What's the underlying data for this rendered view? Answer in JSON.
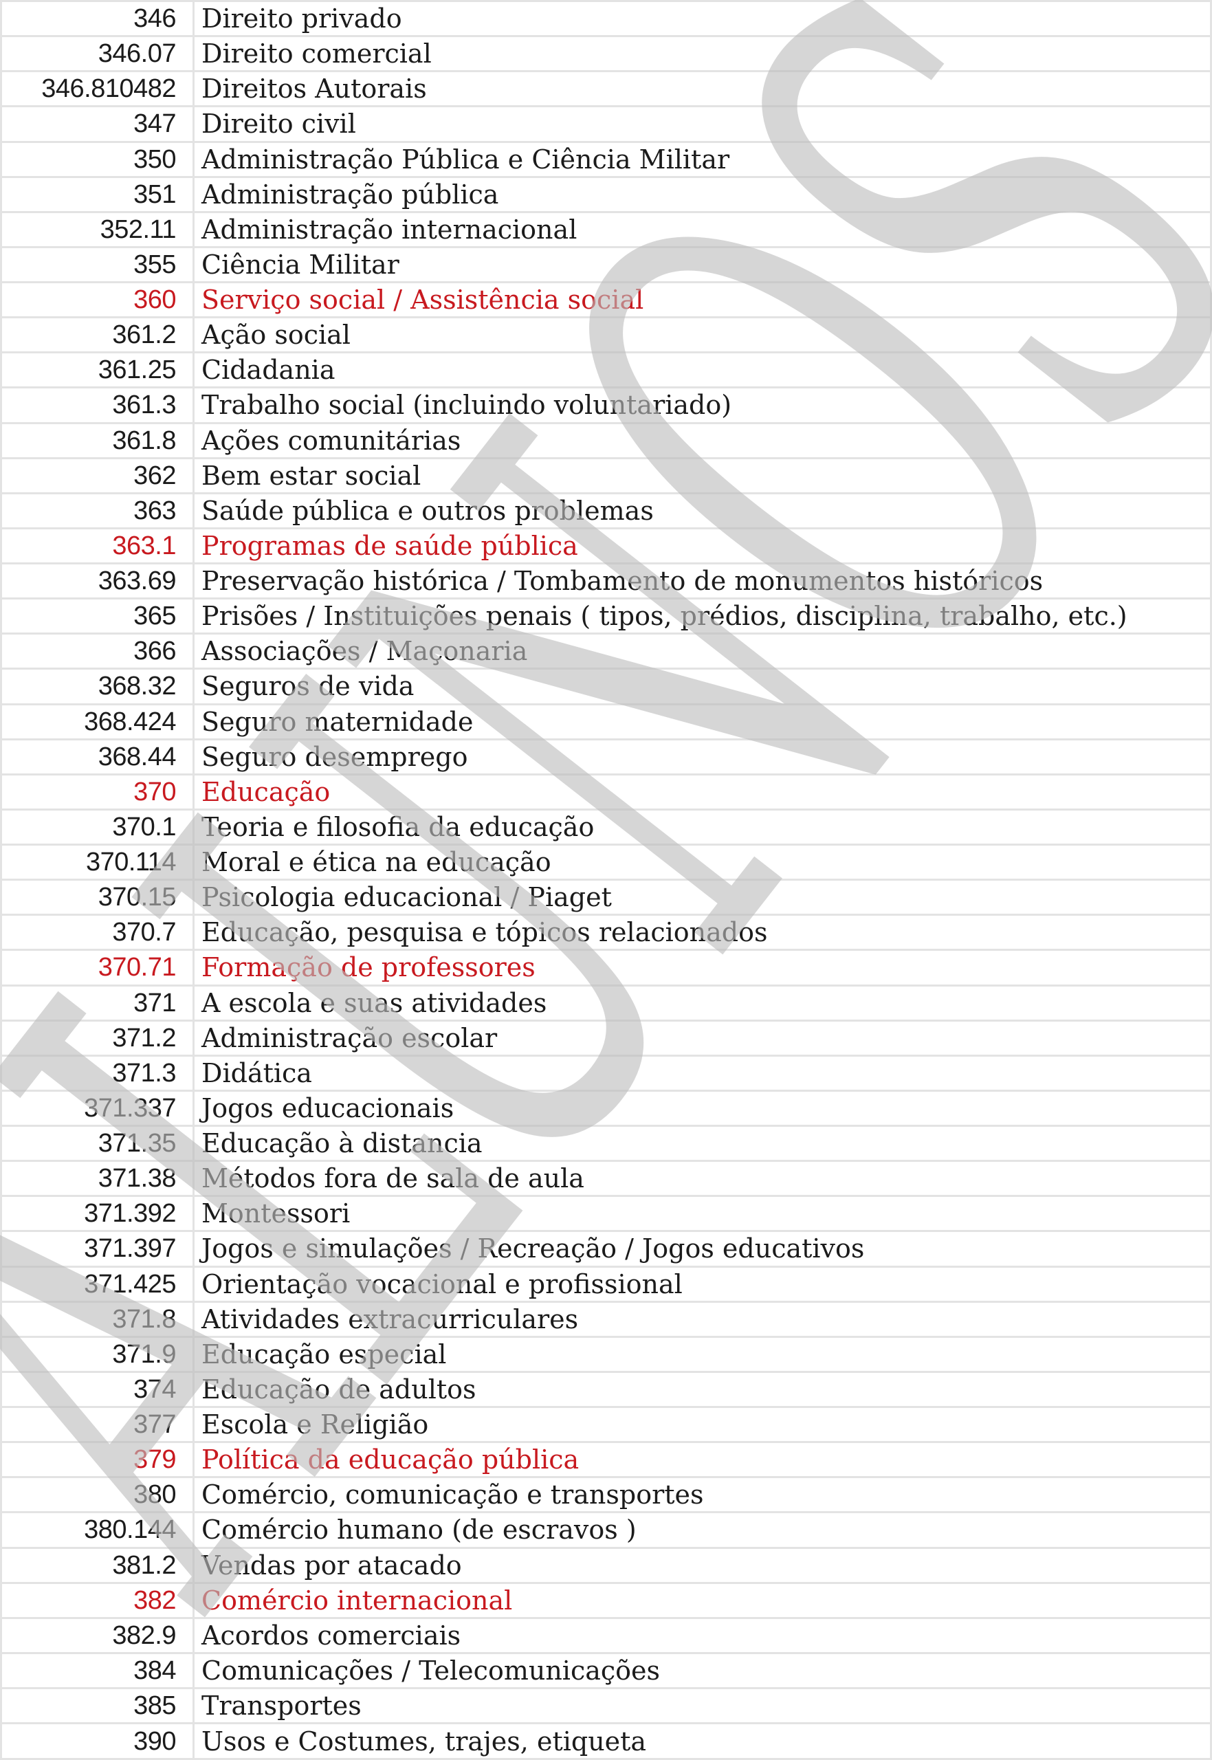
{
  "watermark": "ALUNOS",
  "colors": {
    "text": "#1b1b1b",
    "highlight": "#c8191f",
    "grid": "#e3e3e3",
    "watermark": "#bdbdbd"
  },
  "rows": [
    {
      "code": "346",
      "label": "Direito privado",
      "highlight": false
    },
    {
      "code": "346.07",
      "label": "Direito comercial",
      "highlight": false
    },
    {
      "code": "346.810482",
      "label": "Direitos Autorais",
      "highlight": false
    },
    {
      "code": "347",
      "label": "Direito civil",
      "highlight": false
    },
    {
      "code": "350",
      "label": "Administração Pública e Ciência Militar",
      "highlight": false
    },
    {
      "code": "351",
      "label": "Administração pública",
      "highlight": false
    },
    {
      "code": "352.11",
      "label": "Administração internacional",
      "highlight": false
    },
    {
      "code": "355",
      "label": "Ciência Militar",
      "highlight": false
    },
    {
      "code": "360",
      "label": "Serviço social / Assistência social",
      "highlight": true
    },
    {
      "code": "361.2",
      "label": "Ação social",
      "highlight": false
    },
    {
      "code": "361.25",
      "label": "Cidadania",
      "highlight": false
    },
    {
      "code": "361.3",
      "label": "Trabalho social (incluindo voluntariado)",
      "highlight": false
    },
    {
      "code": "361.8",
      "label": "Ações comunitárias",
      "highlight": false
    },
    {
      "code": "362",
      "label": "Bem estar social",
      "highlight": false
    },
    {
      "code": "363",
      "label": "Saúde pública e outros problemas",
      "highlight": false
    },
    {
      "code": "363.1",
      "label": "Programas de saúde pública",
      "highlight": true
    },
    {
      "code": "363.69",
      "label": "Preservação histórica / Tombamento de monumentos históricos",
      "highlight": false
    },
    {
      "code": "365",
      "label": "Prisões  / Instituições penais ( tipos, prédios, disciplina, trabalho, etc.)",
      "highlight": false
    },
    {
      "code": "366",
      "label": "Associações / Maçonaria",
      "highlight": false
    },
    {
      "code": "368.32",
      "label": "Seguros de vida",
      "highlight": false
    },
    {
      "code": "368.424",
      "label": "Seguro maternidade",
      "highlight": false
    },
    {
      "code": "368.44",
      "label": "Seguro desemprego",
      "highlight": false
    },
    {
      "code": "370",
      "label": "Educação",
      "highlight": true
    },
    {
      "code": "370.1",
      "label": "Teoria e filosofia da educação",
      "highlight": false
    },
    {
      "code": "370.114",
      "label": "Moral e ética na educação",
      "highlight": false
    },
    {
      "code": "370.15",
      "label": "Psicologia educacional /  Piaget",
      "highlight": false
    },
    {
      "code": "370.7",
      "label": "Educação, pesquisa e tópicos relacionados",
      "highlight": false
    },
    {
      "code": "370.71",
      "label": "Formação de professores",
      "highlight": true
    },
    {
      "code": "371",
      "label": "A escola e suas atividades",
      "highlight": false
    },
    {
      "code": "371.2",
      "label": "Administração escolar",
      "highlight": false
    },
    {
      "code": "371.3",
      "label": "Didática",
      "highlight": false
    },
    {
      "code": "371.337",
      "label": "Jogos educacionais",
      "highlight": false
    },
    {
      "code": "371.35",
      "label": "Educação à distancia",
      "highlight": false
    },
    {
      "code": "371.38",
      "label": "Métodos fora de sala de aula",
      "highlight": false
    },
    {
      "code": "371.392",
      "label": "Montessori",
      "highlight": false
    },
    {
      "code": "371.397",
      "label": "Jogos e simulações / Recreação / Jogos educativos",
      "highlight": false
    },
    {
      "code": "371.425",
      "label": "Orientação vocacional e profissional",
      "highlight": false
    },
    {
      "code": "371.8",
      "label": "Atividades extracurriculares",
      "highlight": false
    },
    {
      "code": "371.9",
      "label": "Educação especial",
      "highlight": false
    },
    {
      "code": "374",
      "label": "Educação de adultos",
      "highlight": false
    },
    {
      "code": "377",
      "label": "Escola e Religião",
      "highlight": false
    },
    {
      "code": "379",
      "label": "Política da educação pública",
      "highlight": true
    },
    {
      "code": "380",
      "label": "Comércio, comunicação e transportes",
      "highlight": false
    },
    {
      "code": "380.144",
      "label": "Comércio humano (de escravos )",
      "highlight": false
    },
    {
      "code": "381.2",
      "label": "Vendas por atacado",
      "highlight": false
    },
    {
      "code": "382",
      "label": "Comércio internacional",
      "highlight": true
    },
    {
      "code": "382.9",
      "label": "Acordos comerciais",
      "highlight": false
    },
    {
      "code": "384",
      "label": "Comunicações  / Telecomunicações",
      "highlight": false
    },
    {
      "code": "385",
      "label": "Transportes",
      "highlight": false
    },
    {
      "code": "390",
      "label": "Usos e Costumes, trajes, etiqueta",
      "highlight": false
    }
  ]
}
